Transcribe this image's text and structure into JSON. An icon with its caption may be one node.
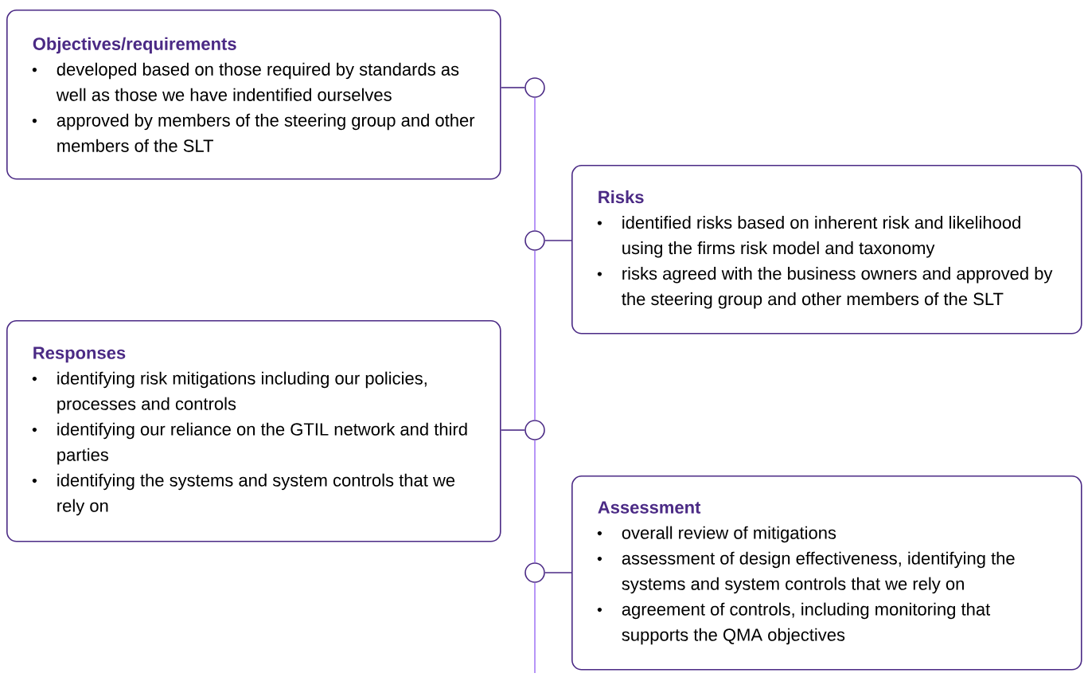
{
  "diagram": {
    "nodes": [
      {
        "text": [
          "Objectives/requirements",
          "developed based on those required by standards as well as those we have indentified ourselves",
          "approved by members of the steering group and other members of the SLT"
        ]
      },
      {
        "text": [
          "Risks",
          "identified risks based on inherent risk and likelihood using the firms risk model and taxonomy",
          "risks agreed with the business owners and approved by the steering group and other members of the SLT"
        ]
      },
      {
        "text": [
          "Responses",
          "identifying risk mitigations including our policies, processes and controls",
          "identifying our reliance on the GTIL network and third parties",
          "identifying the systems and system controls that we rely on"
        ]
      },
      {
        "text": [
          "Assessment",
          "overall review of mitigations",
          "assessment of design effectiveness, identifying the systems and system controls that we rely on",
          "agreement of controls, including monitoring that supports the QMA objectives"
        ]
      },
      {
        "text": [],
        "shape": "circle"
      },
      {
        "text": [],
        "shape": "circle"
      },
      {
        "text": [],
        "shape": "circle"
      },
      {
        "text": [],
        "shape": "circle"
      }
    ],
    "edges": [
      {
        "from": 0,
        "to": 4,
        "arrow": "none"
      },
      {
        "from": 1,
        "to": 5,
        "arrow": "none"
      },
      {
        "from": 2,
        "to": 6,
        "arrow": "none"
      },
      {
        "from": 3,
        "to": 7,
        "arrow": "none"
      },
      {
        "from": 4,
        "to": 5,
        "arrow": "none",
        "color": "#a57bf5"
      },
      {
        "from": 5,
        "to": 6,
        "arrow": "none",
        "color": "#a57bf5"
      },
      {
        "from": 6,
        "to": 7,
        "arrow": "none",
        "color": "#a57bf5"
      },
      {
        "from": 7,
        "to": null,
        "arrow": "none",
        "color": "#a57bf5"
      }
    ]
  }
}
